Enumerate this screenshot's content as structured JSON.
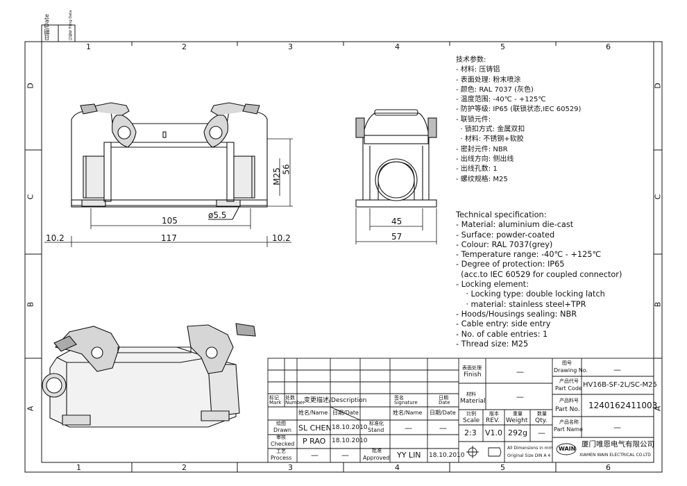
{
  "filing_block": {
    "date_label": "日期/Date",
    "filing_label": "归档号 Filing Data"
  },
  "zones": {
    "top": [
      "1",
      "2",
      "3",
      "4",
      "5",
      "6"
    ],
    "bottom": [
      "1",
      "2",
      "3",
      "4",
      "5",
      "6"
    ],
    "left": [
      "D",
      "C",
      "B",
      "A"
    ],
    "right": [
      "D",
      "C",
      "B",
      "A"
    ]
  },
  "spec_cn": [
    "技术参数:",
    "- 材料: 压铸铝",
    "- 表面处理: 粉末喷涂",
    "- 颜色: RAL 7037 (灰色)",
    "- 温度范围: -40℃ - +125℃",
    "- 防护等级: IP65 (联锁状态,IEC 60529)",
    "- 联锁元件:",
    "  · 锁扣方式: 金属双扣",
    "  · 材料: 不锈钢+软胶",
    "- 密封元件: NBR",
    "- 出线方向: 侧出线",
    "- 出线孔数: 1",
    "- 螺纹规格: M25"
  ],
  "spec_en": [
    "Technical specification:",
    "- Material: aluminium die-cast",
    "- Surface: powder-coated",
    "- Colour: RAL 7037(grey)",
    "- Temperature range: -40℃ - +125℃",
    "- Degree of protection: IP65",
    "  (acc.to IEC 60529 for coupled connector)",
    "- Locking element:",
    "    · Locking type: double locking latch",
    "    · material: stainless steel+TPR",
    "- Hoods/Housings sealing: NBR",
    "- Cable entry: side entry",
    "- No. of cable entries: 1",
    "- Thread size: M25"
  ],
  "dimensions": {
    "left_offset": "10.2",
    "total_width": "117",
    "right_offset": "10.2",
    "hole_spacing": "105",
    "hole_dia": "ø5.5",
    "thread": "M25",
    "height": "56",
    "side_inner": "45",
    "side_outer": "57"
  },
  "title_block": {
    "rev_headers": {
      "mark": "标记 Mark",
      "number": "处数 Number",
      "description": "变更描述/Description",
      "signature": "签名 Signature",
      "date": "日期 Date"
    },
    "people_headers": {
      "name": "姓名/Name",
      "date": "日期/Date",
      "name2": "姓名/Name",
      "date2": "日期/Date"
    },
    "drawn": {
      "label_cn": "绘图",
      "label_en": "Drawn",
      "name": "SL CHEN",
      "date": "18.10.2010"
    },
    "checked": {
      "label_cn": "审核",
      "label_en": "Checked",
      "name": "P RAO",
      "date": "18.10.2010"
    },
    "process": {
      "label_cn": "工艺",
      "label_en": "Process",
      "name": "—",
      "date": "—"
    },
    "stand": {
      "label_cn": "标准化",
      "label_en": "Stand",
      "name": "—",
      "date": "—"
    },
    "approved": {
      "label_cn": "批准",
      "label_en": "Approved",
      "name": "YY LIN",
      "date": "18.10.2010"
    },
    "finish": {
      "label_cn": "表面处理",
      "label_en": "Finish",
      "value": "—"
    },
    "material": {
      "label_cn": "材料",
      "label_en": "Material",
      "value": "—"
    },
    "scale": {
      "label_cn": "比例",
      "label_en": "Scale",
      "value": "2:3"
    },
    "rev": {
      "label_cn": "版本",
      "label_en": "REV.",
      "value": "V1.0"
    },
    "weight": {
      "label_cn": "重量",
      "label_en": "Weight",
      "value": "292g"
    },
    "qty": {
      "label_cn": "数量",
      "label_en": "Qty.",
      "value": "—"
    },
    "drawing_no": {
      "label_cn": "图号",
      "label_en": "Drawing No.",
      "value": "—"
    },
    "part_code": {
      "label_cn": "产品代号",
      "label_en": "Part Code",
      "value": "HV16B-SF-2L/SC-M25"
    },
    "part_no": {
      "label_cn": "产品料号",
      "label_en": "Part No.",
      "value": "1240162411003"
    },
    "part_name": {
      "label_cn": "产品名称",
      "label_en": "Part Name",
      "value": "—"
    },
    "dims_note_1": "All Dimensions in mm",
    "dims_note_2": "Original Size DIN A 4",
    "company_logo": "WAIN",
    "company_cn": "厦门唯恩电气有限公司",
    "company_en": "XIAMEN WAIN ELECTRICAL CO.LTD"
  }
}
